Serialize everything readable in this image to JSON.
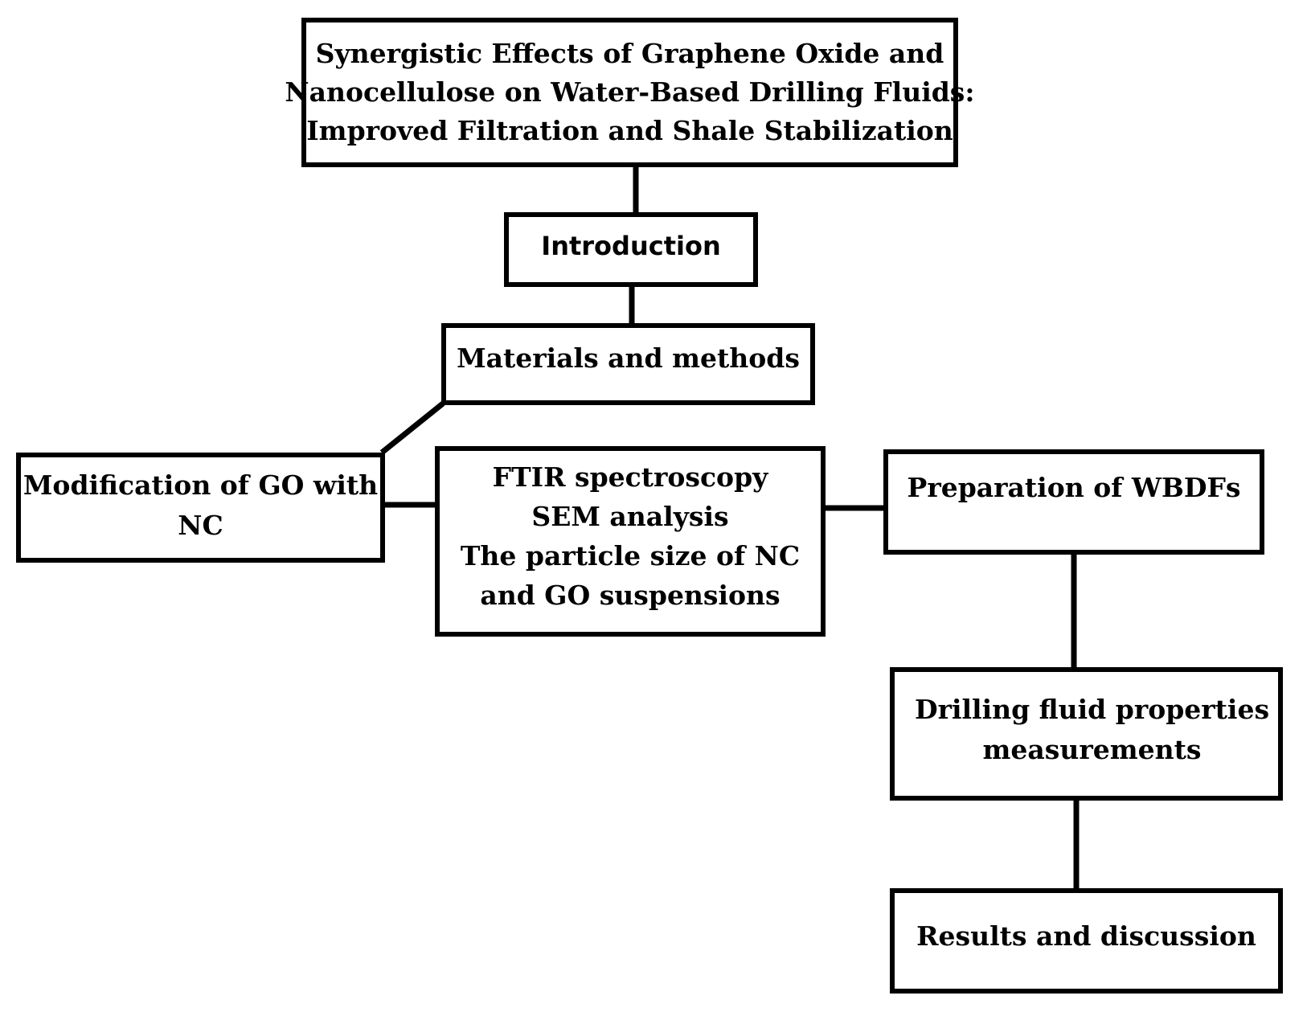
{
  "title_box": {
    "lines": [
      "Synergistic Effects of Graphene Oxide and",
      "Nanocellulose on Water-Based Drilling Fluids:",
      "Improved Filtration and Shale Stabilization"
    ]
  },
  "introduction_box": {
    "label": "Introduction"
  },
  "materials_box": {
    "label": "Materials and methods"
  },
  "modification_box": {
    "lines": [
      "Modification of GO with",
      "NC"
    ]
  },
  "analysis_box": {
    "lines": [
      "FTIR spectroscopy",
      "SEM analysis",
      "The particle size of NC",
      "and GO suspensions"
    ]
  },
  "preparation_box": {
    "label": "Preparation of WBDFs"
  },
  "properties_box": {
    "lines": [
      "Drilling fluid properties",
      "measurements"
    ]
  },
  "results_box": {
    "label": "Results and discussion"
  },
  "colors": {
    "stroke": "#000000",
    "background": "#ffffff"
  }
}
